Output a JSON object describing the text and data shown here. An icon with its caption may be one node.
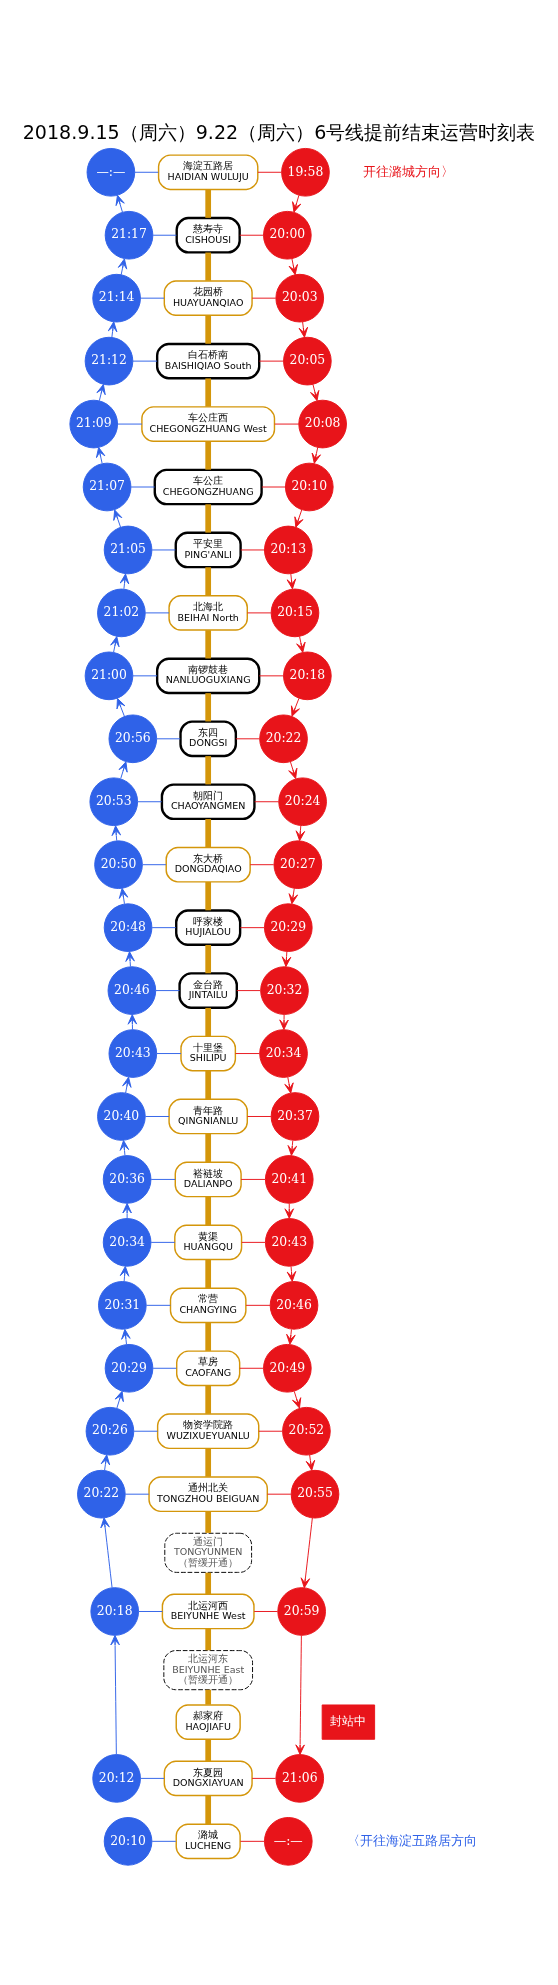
{
  "diagram": {
    "title": "2018.9.15（周六）9.22（周六）6号线提前结束运营时刻表",
    "nodes": [
      {
        "text": [
          "—:—"
        ]
      },
      {
        "text": [
          "海淀五路居",
          "HAIDIAN WULUJU"
        ]
      },
      {
        "text": [
          "19:58"
        ]
      },
      {
        "text": [
          "21:17"
        ]
      },
      {
        "text": [
          "慈寿寺",
          "CISHOUSI"
        ]
      },
      {
        "text": [
          "20:00"
        ]
      },
      {
        "text": [
          "21:14"
        ]
      },
      {
        "text": [
          "花园桥",
          "HUAYUANQIAO"
        ]
      },
      {
        "text": [
          "20:03"
        ]
      },
      {
        "text": [
          "21:12"
        ]
      },
      {
        "text": [
          "白石桥南",
          "BAISHIQIAO South"
        ]
      },
      {
        "text": [
          "20:05"
        ]
      },
      {
        "text": [
          "21:09"
        ]
      },
      {
        "text": [
          "车公庄西",
          "CHEGONGZHUANG West"
        ]
      },
      {
        "text": [
          "20:08"
        ]
      },
      {
        "text": [
          "21:07"
        ]
      },
      {
        "text": [
          "车公庄",
          "CHEGONGZHUANG"
        ]
      },
      {
        "text": [
          "20:10"
        ]
      },
      {
        "text": [
          "21:05"
        ]
      },
      {
        "text": [
          "平安里",
          "PING'ANLI"
        ]
      },
      {
        "text": [
          "20:13"
        ]
      },
      {
        "text": [
          "21:02"
        ]
      },
      {
        "text": [
          "北海北",
          "BEIHAI North"
        ]
      },
      {
        "text": [
          "20:15"
        ]
      },
      {
        "text": [
          "21:00"
        ]
      },
      {
        "text": [
          "南锣鼓巷",
          "NANLUOGUXIANG"
        ]
      },
      {
        "text": [
          "20:18"
        ]
      },
      {
        "text": [
          "20:56"
        ]
      },
      {
        "text": [
          "东四",
          "DONGSI"
        ]
      },
      {
        "text": [
          "20:22"
        ]
      },
      {
        "text": [
          "20:53"
        ]
      },
      {
        "text": [
          "朝阳门",
          "CHAOYANGMEN"
        ]
      },
      {
        "text": [
          "20:24"
        ]
      },
      {
        "text": [
          "20:50"
        ]
      },
      {
        "text": [
          "东大桥",
          "DONGDAQIAO"
        ]
      },
      {
        "text": [
          "20:27"
        ]
      },
      {
        "text": [
          "20:48"
        ]
      },
      {
        "text": [
          "呼家楼",
          "HUJIALOU"
        ]
      },
      {
        "text": [
          "20:29"
        ]
      },
      {
        "text": [
          "20:46"
        ]
      },
      {
        "text": [
          "金台路",
          "JINTAILU"
        ]
      },
      {
        "text": [
          "20:32"
        ]
      },
      {
        "text": [
          "20:43"
        ]
      },
      {
        "text": [
          "十里堡",
          "SHILIPU"
        ]
      },
      {
        "text": [
          "20:34"
        ]
      },
      {
        "text": [
          "20:40"
        ]
      },
      {
        "text": [
          "青年路",
          "QINGNIANLU"
        ]
      },
      {
        "text": [
          "20:37"
        ]
      },
      {
        "text": [
          "20:36"
        ]
      },
      {
        "text": [
          "褡裢坡",
          "DALIANPO"
        ]
      },
      {
        "text": [
          "20:41"
        ]
      },
      {
        "text": [
          "20:34"
        ]
      },
      {
        "text": [
          "黄渠",
          "HUANGQU"
        ]
      },
      {
        "text": [
          "20:43"
        ]
      },
      {
        "text": [
          "20:31"
        ]
      },
      {
        "text": [
          "常营",
          "CHANGYING"
        ]
      },
      {
        "text": [
          "20:46"
        ]
      },
      {
        "text": [
          "20:29"
        ]
      },
      {
        "text": [
          "草房",
          "CAOFANG"
        ]
      },
      {
        "text": [
          "20:49"
        ]
      },
      {
        "text": [
          "20:26"
        ]
      },
      {
        "text": [
          "物资学院路",
          "WUZIXUEYUANLU"
        ]
      },
      {
        "text": [
          "20:52"
        ]
      },
      {
        "text": [
          "20:22"
        ]
      },
      {
        "text": [
          "通州北关",
          "TONGZHOU BEIGUAN"
        ]
      },
      {
        "text": [
          "20:55"
        ]
      },
      {
        "text": [
          "通运门",
          "TONGYUNMEN",
          "（暂缓开通）"
        ]
      },
      {
        "text": [
          "20:18"
        ]
      },
      {
        "text": [
          "北运河西",
          "BEIYUNHE West"
        ]
      },
      {
        "text": [
          "20:59"
        ]
      },
      {
        "text": [
          "北运河东",
          "BEIYUNHE East",
          "（暂缓开通）"
        ]
      },
      {
        "text": [
          "封站中"
        ]
      },
      {
        "text": [
          "郝家府",
          "HAOJIAFU"
        ]
      },
      {
        "text": [
          "20:12"
        ]
      },
      {
        "text": [
          "东夏园",
          "DONGXIAYUAN"
        ]
      },
      {
        "text": [
          "21:06"
        ]
      },
      {
        "text": [
          "20:10"
        ]
      },
      {
        "text": [
          "潞城",
          "LUCHENG"
        ]
      },
      {
        "text": [
          "—:—"
        ]
      }
    ],
    "edges": [
      {
        "from": 1,
        "to": 4,
        "arrow": "none",
        "style": "thick",
        "color": "#d4960a"
      },
      {
        "from": 4,
        "to": 7,
        "arrow": "none",
        "style": "thick",
        "color": "#d4960a"
      },
      {
        "from": 7,
        "to": 10,
        "arrow": "none",
        "style": "thick",
        "color": "#d4960a"
      },
      {
        "from": 10,
        "to": 13,
        "arrow": "none",
        "style": "thick",
        "color": "#d4960a"
      },
      {
        "from": 13,
        "to": 16,
        "arrow": "none",
        "style": "thick",
        "color": "#d4960a"
      },
      {
        "from": 16,
        "to": 19,
        "arrow": "none",
        "style": "thick",
        "color": "#d4960a"
      },
      {
        "from": 19,
        "to": 22,
        "arrow": "none",
        "style": "thick",
        "color": "#d4960a"
      },
      {
        "from": 22,
        "to": 25,
        "arrow": "none",
        "style": "thick",
        "color": "#d4960a"
      },
      {
        "from": 25,
        "to": 28,
        "arrow": "none",
        "style": "thick",
        "color": "#d4960a"
      },
      {
        "from": 28,
        "to": 31,
        "arrow": "none",
        "style": "thick",
        "color": "#d4960a"
      },
      {
        "from": 31,
        "to": 34,
        "arrow": "none",
        "style": "thick",
        "color": "#d4960a"
      },
      {
        "from": 34,
        "to": 37,
        "arrow": "none",
        "style": "thick",
        "color": "#d4960a"
      },
      {
        "from": 37,
        "to": 40,
        "arrow": "none",
        "style": "thick",
        "color": "#d4960a"
      },
      {
        "from": 40,
        "to": 43,
        "arrow": "none",
        "style": "thick",
        "color": "#d4960a"
      },
      {
        "from": 43,
        "to": 46,
        "arrow": "none",
        "style": "thick",
        "color": "#d4960a"
      },
      {
        "from": 46,
        "to": 49,
        "arrow": "none",
        "style": "thick",
        "color": "#d4960a"
      },
      {
        "from": 49,
        "to": 52,
        "arrow": "none",
        "style": "thick",
        "color": "#d4960a"
      },
      {
        "from": 52,
        "to": 55,
        "arrow": "none",
        "style": "thick",
        "color": "#d4960a"
      },
      {
        "from": 55,
        "to": 58,
        "arrow": "none",
        "style": "thick",
        "color": "#d4960a"
      },
      {
        "from": 58,
        "to": 61,
        "arrow": "none",
        "style": "thick",
        "color": "#d4960a"
      },
      {
        "from": 61,
        "to": 64,
        "arrow": "none",
        "style": "thick",
        "color": "#d4960a"
      },
      {
        "from": 64,
        "to": 66,
        "arrow": "none",
        "style": "thick",
        "color": "#d4960a"
      },
      {
        "from": 66,
        "to": 68,
        "arrow": "none",
        "style": "thick",
        "color": "#d4960a"
      },
      {
        "from": 68,
        "to": 70,
        "arrow": "none",
        "style": "thick",
        "color": "#d4960a"
      },
      {
        "from": 70,
        "to": 72,
        "arrow": "none",
        "style": "thick",
        "color": "#d4960a"
      },
      {
        "from": 72,
        "to": 74,
        "arrow": "none",
        "style": "thick",
        "color": "#d4960a"
      },
      {
        "from": 74,
        "to": 77,
        "arrow": "none",
        "style": "thick",
        "color": "#d4960a"
      },
      {
        "from": 0,
        "to": 1,
        "arrow": "none",
        "color": "#2f62e8"
      },
      {
        "from": 1,
        "to": 2,
        "arrow": "none",
        "color": "#e8141a"
      },
      {
        "from": 3,
        "to": 4,
        "arrow": "none",
        "color": "#2f62e8"
      },
      {
        "from": 4,
        "to": 5,
        "arrow": "none",
        "color": "#e8141a"
      },
      {
        "from": 6,
        "to": 7,
        "arrow": "none",
        "color": "#2f62e8"
      },
      {
        "from": 7,
        "to": 8,
        "arrow": "none",
        "color": "#e8141a"
      },
      {
        "from": 9,
        "to": 10,
        "arrow": "none",
        "color": "#2f62e8"
      },
      {
        "from": 10,
        "to": 11,
        "arrow": "none",
        "color": "#e8141a"
      },
      {
        "from": 12,
        "to": 13,
        "arrow": "none",
        "color": "#2f62e8"
      },
      {
        "from": 13,
        "to": 14,
        "arrow": "none",
        "color": "#e8141a"
      },
      {
        "from": 15,
        "to": 16,
        "arrow": "none",
        "color": "#2f62e8"
      },
      {
        "from": 16,
        "to": 17,
        "arrow": "none",
        "color": "#e8141a"
      },
      {
        "from": 18,
        "to": 19,
        "arrow": "none",
        "color": "#2f62e8"
      },
      {
        "from": 19,
        "to": 20,
        "arrow": "none",
        "color": "#e8141a"
      },
      {
        "from": 21,
        "to": 22,
        "arrow": "none",
        "color": "#2f62e8"
      },
      {
        "from": 22,
        "to": 23,
        "arrow": "none",
        "color": "#e8141a"
      },
      {
        "from": 24,
        "to": 25,
        "arrow": "none",
        "color": "#2f62e8"
      },
      {
        "from": 25,
        "to": 26,
        "arrow": "none",
        "color": "#e8141a"
      },
      {
        "from": 27,
        "to": 28,
        "arrow": "none",
        "color": "#2f62e8"
      },
      {
        "from": 28,
        "to": 29,
        "arrow": "none",
        "color": "#e8141a"
      },
      {
        "from": 30,
        "to": 31,
        "arrow": "none",
        "color": "#2f62e8"
      },
      {
        "from": 31,
        "to": 32,
        "arrow": "none",
        "color": "#e8141a"
      },
      {
        "from": 33,
        "to": 34,
        "arrow": "none",
        "color": "#2f62e8"
      },
      {
        "from": 34,
        "to": 35,
        "arrow": "none",
        "color": "#e8141a"
      },
      {
        "from": 36,
        "to": 37,
        "arrow": "none",
        "color": "#2f62e8"
      },
      {
        "from": 37,
        "to": 38,
        "arrow": "none",
        "color": "#e8141a"
      },
      {
        "from": 39,
        "to": 40,
        "arrow": "none",
        "color": "#2f62e8"
      },
      {
        "from": 40,
        "to": 41,
        "arrow": "none",
        "color": "#e8141a"
      },
      {
        "from": 42,
        "to": 43,
        "arrow": "none",
        "color": "#2f62e8"
      },
      {
        "from": 43,
        "to": 44,
        "arrow": "none",
        "color": "#e8141a"
      },
      {
        "from": 45,
        "to": 46,
        "arrow": "none",
        "color": "#2f62e8"
      },
      {
        "from": 46,
        "to": 47,
        "arrow": "none",
        "color": "#e8141a"
      },
      {
        "from": 48,
        "to": 49,
        "arrow": "none",
        "color": "#2f62e8"
      },
      {
        "from": 49,
        "to": 50,
        "arrow": "none",
        "color": "#e8141a"
      },
      {
        "from": 51,
        "to": 52,
        "arrow": "none",
        "color": "#2f62e8"
      },
      {
        "from": 52,
        "to": 53,
        "arrow": "none",
        "color": "#e8141a"
      },
      {
        "from": 54,
        "to": 55,
        "arrow": "none",
        "color": "#2f62e8"
      },
      {
        "from": 55,
        "to": 56,
        "arrow": "none",
        "color": "#e8141a"
      },
      {
        "from": 57,
        "to": 58,
        "arrow": "none",
        "color": "#2f62e8"
      },
      {
        "from": 58,
        "to": 59,
        "arrow": "none",
        "color": "#e8141a"
      },
      {
        "from": 60,
        "to": 61,
        "arrow": "none",
        "color": "#2f62e8"
      },
      {
        "from": 61,
        "to": 62,
        "arrow": "none",
        "color": "#e8141a"
      },
      {
        "from": 63,
        "to": 64,
        "arrow": "none",
        "color": "#2f62e8"
      },
      {
        "from": 64,
        "to": 65,
        "arrow": "none",
        "color": "#e8141a"
      },
      {
        "from": 67,
        "to": 68,
        "arrow": "none",
        "color": "#2f62e8"
      },
      {
        "from": 68,
        "to": 69,
        "arrow": "none",
        "color": "#e8141a"
      },
      {
        "from": 73,
        "to": 74,
        "arrow": "none",
        "color": "#2f62e8"
      },
      {
        "from": 74,
        "to": 75,
        "arrow": "none",
        "color": "#e8141a"
      },
      {
        "from": 76,
        "to": 77,
        "arrow": "none",
        "color": "#2f62e8"
      },
      {
        "from": 77,
        "to": 78,
        "arrow": "none",
        "color": "#e8141a"
      },
      {
        "from": 2,
        "to": 5,
        "arrow": "to",
        "color": "#e8141a"
      },
      {
        "from": 5,
        "to": 8,
        "arrow": "to",
        "color": "#e8141a"
      },
      {
        "from": 8,
        "to": 11,
        "arrow": "to",
        "color": "#e8141a"
      },
      {
        "from": 11,
        "to": 14,
        "arrow": "to",
        "color": "#e8141a"
      },
      {
        "from": 14,
        "to": 17,
        "arrow": "to",
        "color": "#e8141a"
      },
      {
        "from": 17,
        "to": 20,
        "arrow": "to",
        "color": "#e8141a"
      },
      {
        "from": 20,
        "to": 23,
        "arrow": "to",
        "color": "#e8141a"
      },
      {
        "from": 23,
        "to": 26,
        "arrow": "to",
        "color": "#e8141a"
      },
      {
        "from": 26,
        "to": 29,
        "arrow": "to",
        "color": "#e8141a"
      },
      {
        "from": 29,
        "to": 32,
        "arrow": "to",
        "color": "#e8141a"
      },
      {
        "from": 32,
        "to": 35,
        "arrow": "to",
        "color": "#e8141a"
      },
      {
        "from": 35,
        "to": 38,
        "arrow": "to",
        "color": "#e8141a"
      },
      {
        "from": 38,
        "to": 41,
        "arrow": "to",
        "color": "#e8141a"
      },
      {
        "from": 41,
        "to": 44,
        "arrow": "to",
        "color": "#e8141a"
      },
      {
        "from": 44,
        "to": 47,
        "arrow": "to",
        "color": "#e8141a"
      },
      {
        "from": 47,
        "to": 50,
        "arrow": "to",
        "color": "#e8141a"
      },
      {
        "from": 50,
        "to": 53,
        "arrow": "to",
        "color": "#e8141a"
      },
      {
        "from": 53,
        "to": 56,
        "arrow": "to",
        "color": "#e8141a"
      },
      {
        "from": 56,
        "to": 59,
        "arrow": "to",
        "color": "#e8141a"
      },
      {
        "from": 59,
        "to": 62,
        "arrow": "to",
        "color": "#e8141a"
      },
      {
        "from": 62,
        "to": 65,
        "arrow": "to",
        "color": "#e8141a"
      },
      {
        "from": 65,
        "to": 69,
        "arrow": "to",
        "color": "#e8141a"
      },
      {
        "from": 69,
        "to": 75,
        "arrow": "to",
        "color": "#e8141a"
      },
      {
        "from": 3,
        "to": 0,
        "arrow": "to",
        "color": "#2f62e8"
      },
      {
        "from": 6,
        "to": 3,
        "arrow": "to",
        "color": "#2f62e8"
      },
      {
        "from": 9,
        "to": 6,
        "arrow": "to",
        "color": "#2f62e8"
      },
      {
        "from": 12,
        "to": 9,
        "arrow": "to",
        "color": "#2f62e8"
      },
      {
        "from": 15,
        "to": 12,
        "arrow": "to",
        "color": "#2f62e8"
      },
      {
        "from": 18,
        "to": 15,
        "arrow": "to",
        "color": "#2f62e8"
      },
      {
        "from": 21,
        "to": 18,
        "arrow": "to",
        "color": "#2f62e8"
      },
      {
        "from": 24,
        "to": 21,
        "arrow": "to",
        "color": "#2f62e8"
      },
      {
        "from": 27,
        "to": 24,
        "arrow": "to",
        "color": "#2f62e8"
      },
      {
        "from": 30,
        "to": 27,
        "arrow": "to",
        "color": "#2f62e8"
      },
      {
        "from": 33,
        "to": 30,
        "arrow": "to",
        "color": "#2f62e8"
      },
      {
        "from": 36,
        "to": 33,
        "arrow": "to",
        "color": "#2f62e8"
      },
      {
        "from": 39,
        "to": 36,
        "arrow": "to",
        "color": "#2f62e8"
      },
      {
        "from": 42,
        "to": 39,
        "arrow": "to",
        "color": "#2f62e8"
      },
      {
        "from": 45,
        "to": 42,
        "arrow": "to",
        "color": "#2f62e8"
      },
      {
        "from": 48,
        "to": 45,
        "arrow": "to",
        "color": "#2f62e8"
      },
      {
        "from": 51,
        "to": 48,
        "arrow": "to",
        "color": "#2f62e8"
      },
      {
        "from": 54,
        "to": 51,
        "arrow": "to",
        "color": "#2f62e8"
      },
      {
        "from": 57,
        "to": 54,
        "arrow": "to",
        "color": "#2f62e8"
      },
      {
        "from": 60,
        "to": 57,
        "arrow": "to",
        "color": "#2f62e8"
      },
      {
        "from": 63,
        "to": 60,
        "arrow": "to",
        "color": "#2f62e8"
      },
      {
        "from": 67,
        "to": 63,
        "arrow": "to",
        "color": "#2f62e8"
      },
      {
        "from": 73,
        "to": 67,
        "arrow": "to",
        "color": "#2f62e8"
      }
    ],
    "labels": [
      "开往潞城方向〉",
      "〈开往海淀五路居方向"
    ]
  }
}
